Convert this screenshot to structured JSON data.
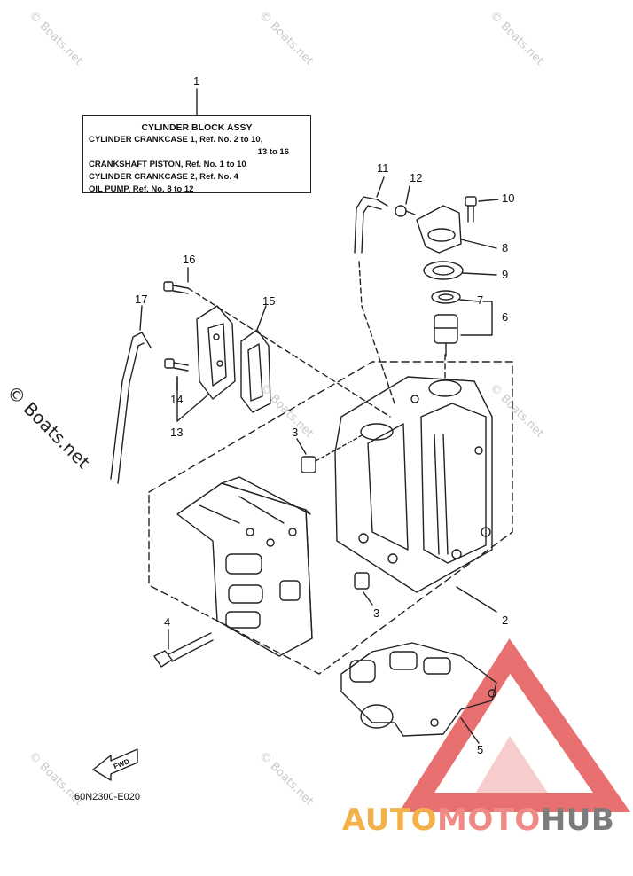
{
  "watermark_text": "© Boats.net",
  "info_box": {
    "title": "CYLINDER BLOCK ASSY",
    "lines": [
      "CYLINDER CRANKCASE 1,  Ref. No. 2 to 10,",
      "13 to 16",
      "CRANKSHAFT PISTON,  Ref. No. 1 to 10",
      "CYLINDER CRANKCASE 2,  Ref. No. 4",
      "OIL PUMP,  Ref. No. 8 to 12"
    ]
  },
  "callouts": {
    "c1": "1",
    "c2": "2",
    "c3a": "3",
    "c3b": "3",
    "c4": "4",
    "c5": "5",
    "c6": "6",
    "c7": "7",
    "c8": "8",
    "c9": "9",
    "c10": "10",
    "c11": "11",
    "c12": "12",
    "c13": "13",
    "c14": "14",
    "c15": "15",
    "c16": "16",
    "c17": "17"
  },
  "fwd_label": "FWD",
  "part_code": "60N2300-E020",
  "brand": {
    "part1": "AUTO",
    "part2": "MOTO",
    "part3": "HUB"
  },
  "colors": {
    "line": "#222222",
    "brand_orange": "#f4b04a",
    "brand_pink": "#ef8a86",
    "brand_gray": "#7c7c7c",
    "triangle": "#e04040"
  }
}
